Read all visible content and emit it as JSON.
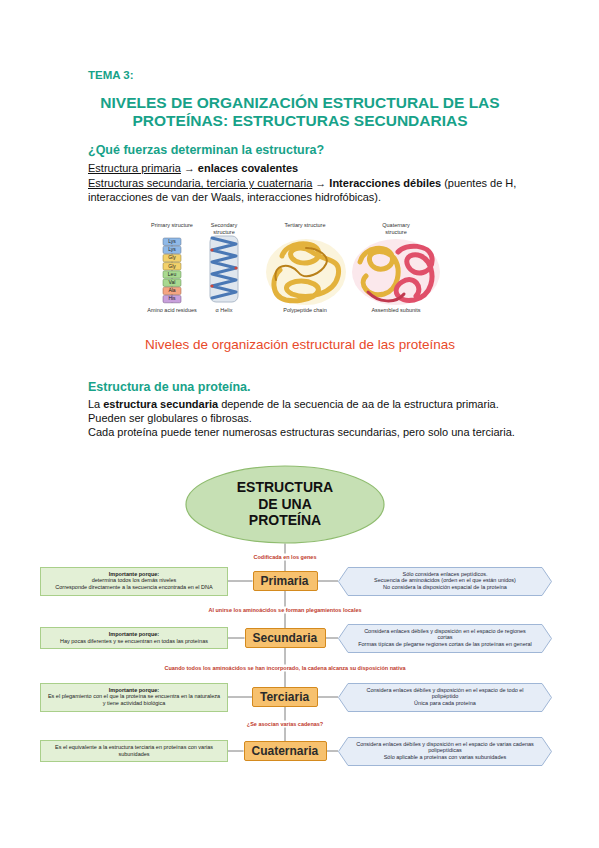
{
  "diagram": {
    "title": "NIVELES DE ORGANIZACIÓN ESTRUCTURAL DE LAS PROTEÍNAS: ESTRUCTURAS SECUNDARIAS",
    "caption": "Niveles de organización estructural de las proteínas",
    "nodes": [
      {
        "text": [
          "ESTRUCTURA DE UNA PROTEÍNA"
        ]
      },
      {
        "text": [
          "Importante porque:",
          "determina todos los demás niveles",
          "Corresponde directamente a la secuencia encontrada en el DNA"
        ]
      },
      {
        "text": [
          "Primaria"
        ]
      },
      {
        "text": [
          "Sólo considera enlaces peptídicos.",
          "Secuencia de aminoácidos (orden en el que están unidos)",
          "No considera la disposición espacial de la proteína"
        ]
      },
      {
        "text": [
          "Importante porque:",
          "Hay pocas diferentes y se encuentran en todas las proteínas"
        ]
      },
      {
        "text": [
          "Secundaria"
        ]
      },
      {
        "text": [
          "Considera enlaces débiles y disposición en el espacio de regiones cortas",
          "Formas típicas de plegarse regiones cortas de las proteínas en general"
        ]
      },
      {
        "text": [
          "Importante porque:",
          "Es el plegamiento con el que la proteína se encuentra en la naturaleza y tiene actividad biológica"
        ]
      },
      {
        "text": [
          "Terciaria"
        ]
      },
      {
        "text": [
          "Considera enlaces débiles y disposición en el espacio de todo el polipéptido",
          "Única para cada proteína"
        ]
      },
      {
        "text": [
          "Es el equivalente a la estructura terciaria en proteínas con varias subunidades"
        ]
      },
      {
        "text": [
          "Cuaternaria"
        ]
      },
      {
        "text": [
          "Considera enlaces débiles y disposición en el espacio de varias cadenas polipeptídicas",
          "Sólo aplicable a proteínas con varias subunidades"
        ]
      }
    ],
    "edges": [
      {
        "from": 0,
        "to": 2,
        "label": "Codificada en los genes",
        "arrow": "none"
      },
      {
        "from": 2,
        "to": 5,
        "label": "Al unirse los aminoácidos se forman plegamientos locales",
        "arrow": "none"
      },
      {
        "from": 5,
        "to": 8,
        "label": "Cuando todos los aminoácidos se han incorporado, la cadena alcanza su disposición nativa",
        "arrow": "none"
      },
      {
        "from": 8,
        "to": 11,
        "label": "¿Se asocian varias cadenas?",
        "arrow": "none"
      },
      {
        "from": 1,
        "to": 2,
        "arrow": "none"
      },
      {
        "from": 2,
        "to": 3,
        "arrow": "none"
      },
      {
        "from": 4,
        "to": 5,
        "arrow": "none"
      },
      {
        "from": 5,
        "to": 6,
        "arrow": "none"
      },
      {
        "from": 7,
        "to": 8,
        "arrow": "none"
      },
      {
        "from": 8,
        "to": 9,
        "arrow": "none"
      },
      {
        "from": 10,
        "to": 11,
        "arrow": "none"
      },
      {
        "from": 11,
        "to": 12,
        "arrow": "none"
      }
    ],
    "labels": [
      "TEMA 3:",
      "¿Qué fuerzas determinan la estructura?",
      "Estructura primaria",
      "→",
      "enlaces covalentes",
      "Estructuras secundaria, terciaria y cuaternaria",
      "→",
      "Interacciones débiles",
      "(puentes de H, interacciones de van der Waals, interacciones hidrofóbicas).",
      "Primary structure",
      "Secondary structure",
      "Tertiary structure",
      "Quaternary structure",
      "Lys",
      "Lys",
      "Gly",
      "Gly",
      "Leu",
      "Val",
      "Ala",
      "His",
      "Amino acid residues",
      "α Helix",
      "Polypeptide chain",
      "Assembled subunits",
      "Estructura de una proteína.",
      "La",
      "estructura secundaria",
      "depende de la secuencia de aa de la estructura primaria.",
      "Pueden ser globulares o fibrosas.",
      "Cada proteína puede tener numerosas estructuras secundarias, pero solo una terciaria."
    ]
  }
}
